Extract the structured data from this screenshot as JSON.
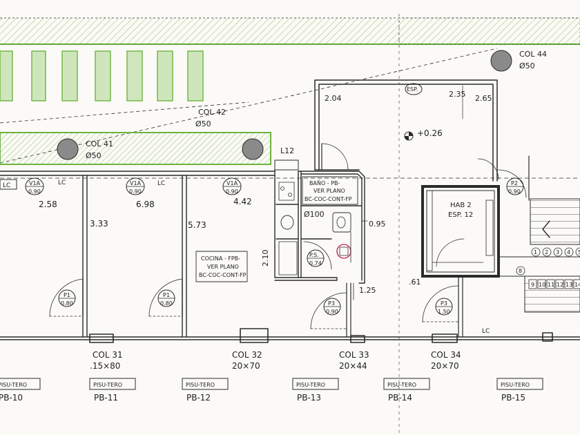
{
  "colors": {
    "paper": "#fbfaf6",
    "ink": "#2a2a2a",
    "planter_green": "#6db33f",
    "planter_fill": "#cfe6bd",
    "hatch": "#8fbf6a",
    "column_fill": "#8a8a8a",
    "highlight_ring": "#c2185b"
  },
  "columns": {
    "col44": {
      "name": "COL 44",
      "size": "Ø50"
    },
    "col42": {
      "name": "COL 42",
      "size": "Ø50"
    },
    "col41": {
      "name": "COL 41",
      "size": "Ø50"
    },
    "col31": {
      "name": "COL 31",
      "size": ".15×80"
    },
    "col32": {
      "name": "COL 32",
      "size": "20×70"
    },
    "col33": {
      "name": "COL 33",
      "size": "20×44"
    },
    "col34": {
      "name": "COL 34",
      "size": "20×70"
    }
  },
  "dimensions": {
    "d204": "2.04",
    "d235": "2.35",
    "d265": "2.65",
    "level": "+0.26",
    "d258": "2.58",
    "d698": "6.98",
    "d442": "4.42",
    "d333": "3.33",
    "d573": "5.73",
    "d210": "2.10",
    "d095": "0.95",
    "d125": "1.25",
    "d061": ".61",
    "dia100": "Ø100"
  },
  "labels": {
    "l12": "L12",
    "esp": "ESP.",
    "lc1": "LC",
    "lc2": "LC",
    "lc3": "LC",
    "lc4": "LC",
    "via1_top": "V1A",
    "via1_bot": "0.90",
    "via2_top": "V1A",
    "via2_bot": "0.90",
    "via3_top": "V1A",
    "via3_bot": "0.90",
    "p2_top": "P2",
    "p2_bot": "0.90",
    "p1a_top": "P1",
    "p1a_bot": "0.80",
    "p1b_top": "P1",
    "p1b_bot": "0.80",
    "p3a_top": "P3",
    "p3a_bot": "0.90",
    "p3b_top": "P3",
    "p3b_bot": "1.50",
    "ps_top": "P.S.",
    "ps_bot": "0.74",
    "bano_1": "BAÑO - PB-",
    "bano_2": "VER PLANO",
    "bano_3": "BC-COC-CONT-FP",
    "cocina_1": "COCINA - FPB-",
    "cocina_2": "VER PLANO",
    "cocina_3": "BC-COC-CONT-FP",
    "hab_1": "HAB 2",
    "hab_2": "ESP. 12"
  },
  "stair_steps_top": [
    "1",
    "2",
    "3",
    "4",
    "5"
  ],
  "stair_steps_bottom": [
    "9",
    "10",
    "11",
    "12",
    "13",
    "14"
  ],
  "stair_step_mid": "8",
  "piso_tero": [
    {
      "title": "PISU-TERO",
      "code": "PB-10"
    },
    {
      "title": "PISU-TERO",
      "code": "PB-11"
    },
    {
      "title": "PISU-TERO",
      "code": "PB-12"
    },
    {
      "title": "PISU-TERO",
      "code": "PB-13"
    },
    {
      "title": "PISU-TERO",
      "code": "PB-14"
    },
    {
      "title": "PISU-TERO",
      "code": "PB-15"
    }
  ]
}
